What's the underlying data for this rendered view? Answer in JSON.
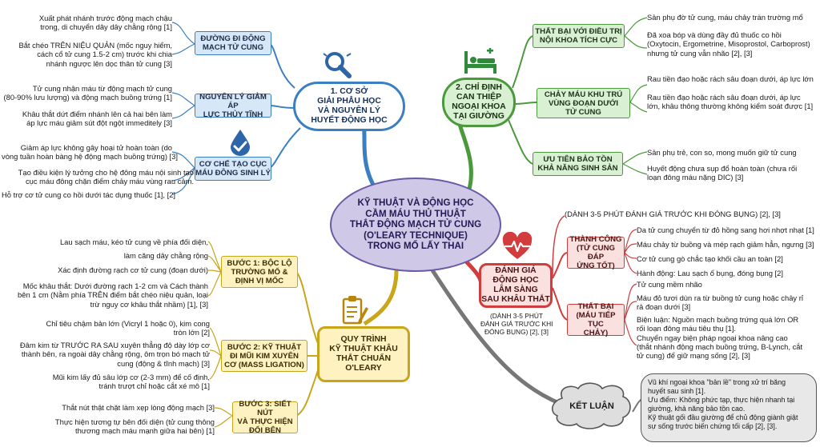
{
  "center": {
    "lines": [
      "KỸ THUẬT VÀ ĐỘNG HỌC",
      "CẦM MÁU THỦ THUẬT",
      "THẮT ĐỘNG MẠCH TỬ CUNG",
      "(O'LEARY TECHNIQUE)",
      "TRONG MỔ LẤY THAI"
    ]
  },
  "branch1": {
    "title": [
      "1. CƠ SỞ",
      "GIẢI PHẪU HỌC",
      "VÀ NGUYÊN LÝ",
      "HUYẾT ĐỘNG HỌC"
    ],
    "subs": [
      {
        "title": [
          "ĐƯỜNG ĐI ĐỘNG",
          "MẠCH TỬ CUNG"
        ],
        "leaves": [
          [
            "Xuất phát nhánh trước động mạch chậu",
            "trong, di chuyển dây dây chằng rộng [1]"
          ],
          [
            "Bắt chéo TRÊN NIỆU QUẢN (mốc nguy hiểm,",
            "cách cổ tử cung 1.5-2 cm) trước khi chia",
            "nhánh ngược lên dọc thân tử cung [3]"
          ]
        ]
      },
      {
        "title": [
          "NGUYÊN LÝ GIẢM ÁP",
          "LỰC THỦY TĨNH"
        ],
        "leaves": [
          [
            "Tử cung nhận máu từ động mạch tử cung",
            "(80-90% lưu lượng) và động mạch buồng trứng [1]"
          ],
          [
            "Khâu thắt dứt điểm nhánh lên cả hai bên làm",
            "áp lực máu giảm sút đột ngột immeditely [3]"
          ]
        ]
      },
      {
        "title": [
          "CƠ CHẾ TẠO CỤC",
          "MÁU ĐÔNG SINH LÝ"
        ],
        "leaves": [
          [
            "Giảm áp lực không gây hoại tử hoàn toàn (do",
            "vòng tuần hoàn bàng hệ động mạch buồng trứng) [3]"
          ],
          [
            "Tạo điều kiện lý tưởng cho hệ đông máu nội sinh tạo",
            "cục máu đông chặn điểm chảy máu vùng rau cảm."
          ],
          [
            "Hỗ trợ cơ tử cung co hồi dưới tác dụng thuốc [1], [2]"
          ]
        ]
      }
    ]
  },
  "branch2": {
    "title": [
      "2. CHỈ ĐỊNH",
      "CAN THIỆP",
      "NGOẠI KHOA",
      "TẠI GIƯỜNG"
    ],
    "subs": [
      {
        "title": [
          "THẤT BẠI VỚI ĐIỀU TRỊ",
          "NỘI KHOA TÍCH CỰC"
        ],
        "leaves": [
          [
            "Sản phụ đờ tử cung, máu chảy tràn trường mổ"
          ],
          [
            "Đã xoa bóp và dùng đầy đủ thuốc co hồi",
            "(Oxytocin, Ergometrine, Misoprostol, Carboprost)",
            "nhưng tử cung vẫn nhão [2], [3]"
          ]
        ]
      },
      {
        "title": [
          "CHẢY MÁU KHU TRÚ",
          "VÙNG ĐOẠN DƯỚI",
          "TỬ CUNG"
        ],
        "leaves": [
          [
            "Rau tiền đạo hoặc rách sâu đoạn dưới, áp lực lớn"
          ],
          [
            "Rau tiền đạo hoặc rách sâu đoạn dưới, áp lực",
            "lớn, khâu thông thường không kiểm soát được [1]"
          ]
        ]
      },
      {
        "title": [
          "ƯU TIÊN BẢO TỒN",
          "KHẢ NĂNG SINH SẢN"
        ],
        "leaves": [
          [
            "Sản phụ trẻ, con so, mong muốn giữ tử cung"
          ],
          [
            "Huyết động chưa sụp đổ hoàn toàn (chưa rối",
            "loạn đông máu nặng DIC) [3]"
          ]
        ]
      }
    ]
  },
  "branch3": {
    "title": [
      "QUY TRÌNH",
      "KỸ THUẬT KHÂU",
      "THẮT CHUẨN",
      "O'LEARY"
    ],
    "subs": [
      {
        "title": [
          "BƯỚC 1: BỘC LỘ",
          "TRƯỜNG MỔ &",
          "ĐỊNH VỊ MỐC"
        ],
        "leaves": [
          [
            "Lau sạch máu, kéo tử cung về phía đối diện,"
          ],
          [
            "làm căng dây chằng rộng"
          ],
          [
            "Xác định đường rạch cơ tử cung (đoạn dưới)"
          ],
          [
            "Mốc khâu thắt: Dưới đường rạch 1-2 cm và Cách thành",
            "bên 1 cm (Nằm phía TRÊN điểm bắt chéo niệu quản, loại",
            "trừ nguy cơ khâu thắt nhầm) [1], [3]"
          ]
        ]
      },
      {
        "title": [
          "BƯỚC 2: KỸ THUẬT",
          "ĐI MŨI KIM XUYÊN",
          "CƠ (MASS LIGATION)"
        ],
        "leaves": [
          [
            "Chỉ tiêu chậm bản lớn (Vicryl 1 hoặc 0), kim cong",
            "tròn lớn [2]"
          ],
          [
            "Đâm kim từ TRƯỚC RA SAU xuyên thẳng độ dày lớp cơ",
            "thành bên, ra ngoài dây chằng rộng, ôm trọn bó mạch tử",
            "cung (động & tĩnh mạch) [3]"
          ],
          [
            "Mũi kim lấy đủ sâu lớp cơ (2-3 mm) để cố định,",
            "tránh trượt chỉ hoặc cắt xé mô [1]"
          ]
        ]
      },
      {
        "title": [
          "BƯỚC 3: SIẾT NÚT",
          "VÀ THỰC HIỆN",
          "ĐỐI BÊN"
        ],
        "leaves": [
          [
            "Thắt nút thật chặt làm xẹp lòng động mạch [3]"
          ],
          [
            "Thực hiện tương tự bên đối diện (tử cung thông",
            "thương mạch máu mạnh giữa hai bên) [1]"
          ]
        ]
      }
    ]
  },
  "branch4": {
    "title": [
      "ĐÁNH GIÁ",
      "ĐỘNG HỌC",
      "LÂM SÀNG",
      "SAU KHÂU THẮT"
    ],
    "note": [
      "(DÀNH 3-5 PHÚT",
      "ĐÁNH GIÁ TRƯỚC KHI",
      "ĐÓNG BỤNG) [2], [3]"
    ],
    "top_leaf": "(DÀNH 3-5 PHÚT ĐÁNH GIÁ TRƯỚC KHI ĐÓNG BỤNG) [2], [3]",
    "subs": [
      {
        "title": [
          "THÀNH CÔNG",
          "(TỬ CUNG ĐÁP",
          "ỨNG TỐT)"
        ],
        "leaves": [
          [
            "Da tử cung chuyển từ đỏ hồng sang hơi nhợt nhạt [1]"
          ],
          [
            "Máu chảy từ buồng và mép rạch giảm hẳn, ngưng [3]"
          ],
          [
            "Cơ tử cung gò chắc tạo khối cầu an toàn [2]"
          ],
          [
            "Hành động: Lau sạch ổ bụng, đóng bụng [2]"
          ]
        ]
      },
      {
        "title": [
          "THẤT BẠI",
          "(MÁU TIẾP TỤC",
          "CHẢY)"
        ],
        "leaves": [
          [
            "Tử cung mềm nhão"
          ],
          [
            "Máu đỏ tươi dùn ra từ buồng tử cung hoặc chảy rỉ",
            "rả đoạn dưới [3]"
          ],
          [
            "Biện luận: Nguồn mạch buồng trứng quá lớn OR",
            "rối loạn đông máu tiêu thụ [1].",
            "Chuyển ngay biện pháp ngoại khoa nâng cao",
            "(thắt nhánh động mạch buồng trứng, B-Lynch, cắt",
            "tử cung) để giữ mạng sống [2], [3]"
          ]
        ]
      }
    ]
  },
  "conclusion": {
    "title": "KẾT LUẬN",
    "lines": [
      "Vũ khí ngoại khoa \"bản lề\" trong xử trí băng",
      "huyết sau sinh [1].",
      "Ưu điểm: Không phức tạp, thực hiện nhanh tại",
      "giường, khả năng bảo tồn cao.",
      "Kỹ thuật gối đầu giường để chủ động giành giật",
      "sự sống trước biến chứng tối cấp [2], [3]."
    ]
  },
  "colors": {
    "blue": "#3a7fc2",
    "green": "#4a9a3c",
    "red": "#d23c3c",
    "yellow": "#c9a51a",
    "grey": "#777777",
    "purple": "#6a5aa8"
  },
  "icons": [
    "magnifier-icon",
    "droplet-check-icon",
    "hospital-bed-icon",
    "heart-pulse-icon",
    "clipboard-pencil-icon",
    "speech-bubble-icon"
  ]
}
